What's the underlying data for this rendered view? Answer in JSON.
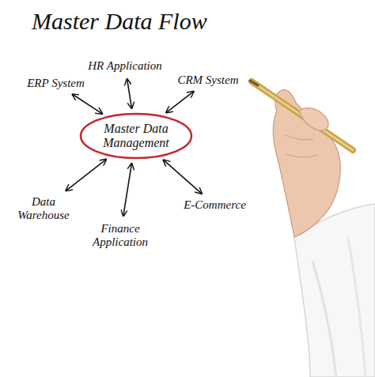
{
  "diagram": {
    "title": "Master Data Flow",
    "nodes": [
      {
        "text": [
          "ERP System"
        ]
      },
      {
        "text": [
          "HR Application"
        ]
      },
      {
        "text": [
          "CRM System"
        ]
      },
      {
        "text": [
          "Master Data Management"
        ]
      },
      {
        "text": [
          "Data Warehouse"
        ]
      },
      {
        "text": [
          "Finance Application"
        ]
      },
      {
        "text": [
          "E-Commerce"
        ]
      }
    ],
    "edges": [
      {
        "from": 3,
        "to": 0,
        "arrow": "both"
      },
      {
        "from": 3,
        "to": 1,
        "arrow": "both"
      },
      {
        "from": 3,
        "to": 2,
        "arrow": "both"
      },
      {
        "from": 3,
        "to": 4,
        "arrow": "both"
      },
      {
        "from": 3,
        "to": 5,
        "arrow": "both"
      },
      {
        "from": 3,
        "to": 6,
        "arrow": "both"
      }
    ]
  }
}
